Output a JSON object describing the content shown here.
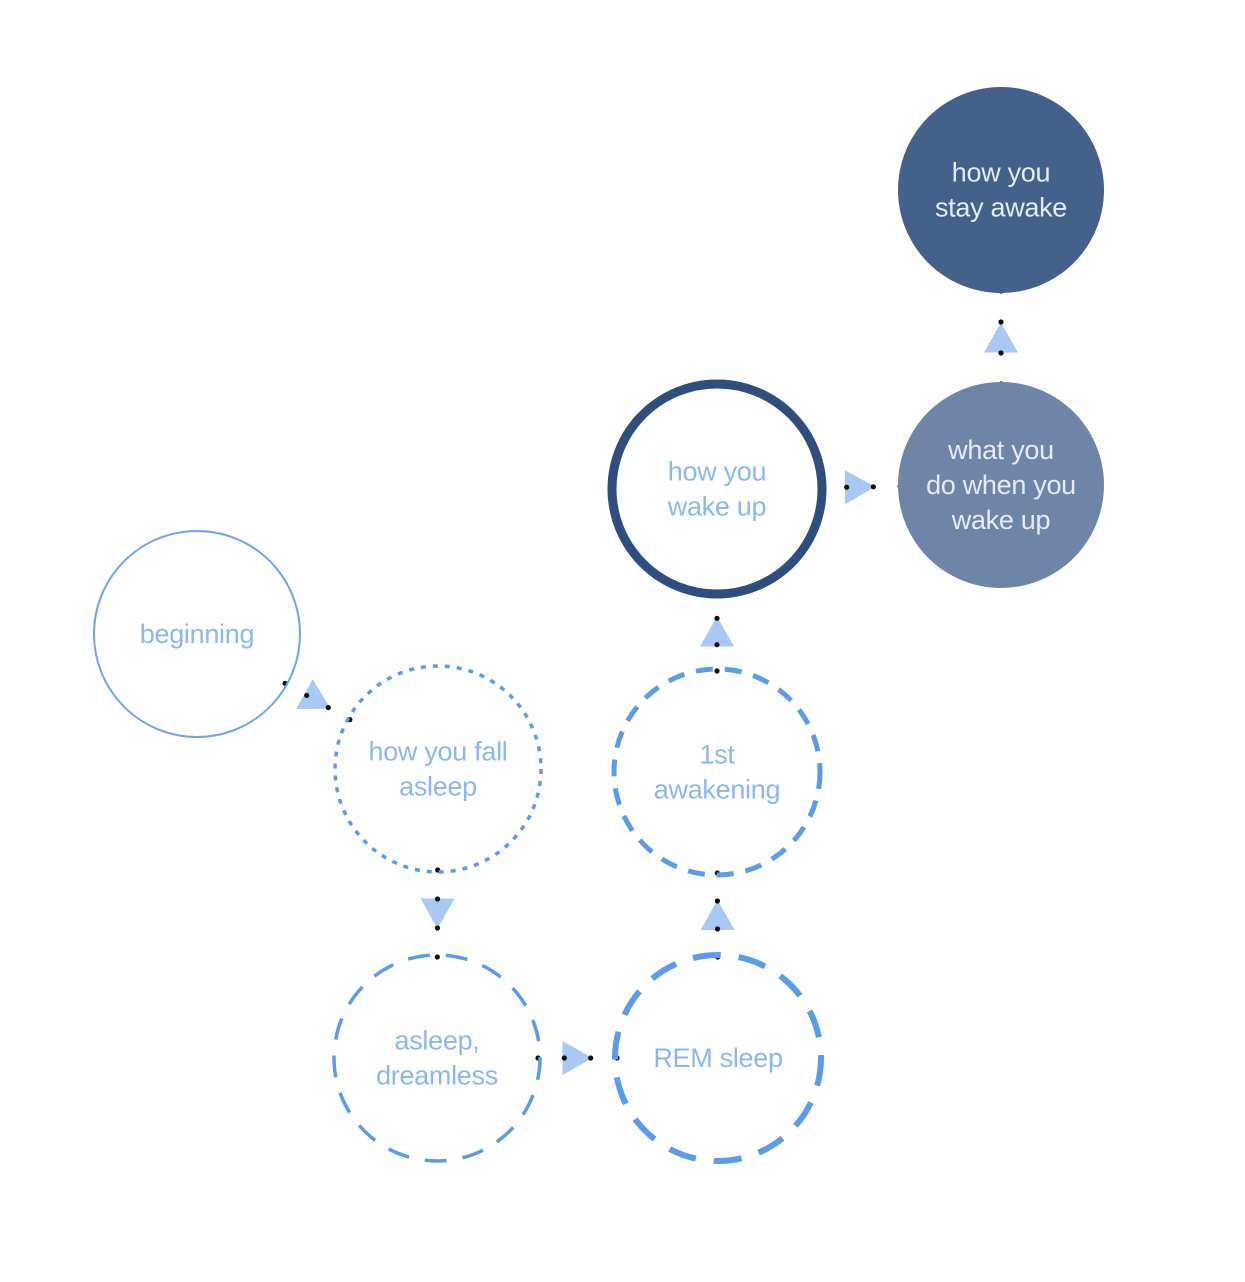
{
  "diagram": {
    "nodes": [
      {
        "id": "beginning",
        "lines": [
          "beginning"
        ],
        "style": "thin-outline"
      },
      {
        "id": "fall-asleep",
        "lines": [
          "how you fall",
          "asleep"
        ],
        "style": "dotted-outline"
      },
      {
        "id": "dreamless",
        "lines": [
          "asleep,",
          "dreamless"
        ],
        "style": "dashed-outline"
      },
      {
        "id": "rem",
        "lines": [
          "REM sleep"
        ],
        "style": "dashed-thick-outline"
      },
      {
        "id": "awakening",
        "lines": [
          "1st",
          "awakening"
        ],
        "style": "dashed-medium-outline"
      },
      {
        "id": "wake-up",
        "lines": [
          "how you",
          "wake up"
        ],
        "style": "bold-outline"
      },
      {
        "id": "what-you-do",
        "lines": [
          "what you",
          "do when you",
          "wake up"
        ],
        "style": "filled-medium"
      },
      {
        "id": "stay-awake",
        "lines": [
          "how you",
          "stay awake"
        ],
        "style": "filled-dark"
      }
    ],
    "edges": [
      {
        "from": "beginning",
        "to": "fall-asleep"
      },
      {
        "from": "fall-asleep",
        "to": "dreamless"
      },
      {
        "from": "dreamless",
        "to": "rem"
      },
      {
        "from": "rem",
        "to": "awakening"
      },
      {
        "from": "awakening",
        "to": "wake-up"
      },
      {
        "from": "wake-up",
        "to": "what-you-do"
      },
      {
        "from": "what-you-do",
        "to": "stay-awake"
      }
    ],
    "colors": {
      "outline_light": "#6fa5e6",
      "outline_medium": "#5b9bea",
      "text_light": "#8ab8ee",
      "bold_outline": "#2e4e7e",
      "filled_medium": "#6e85a8",
      "filled_dark": "#44618b",
      "text_on_fill": "#e4ebf4",
      "arrow": "#a9c8f3",
      "connector_dots": "#111111"
    }
  }
}
